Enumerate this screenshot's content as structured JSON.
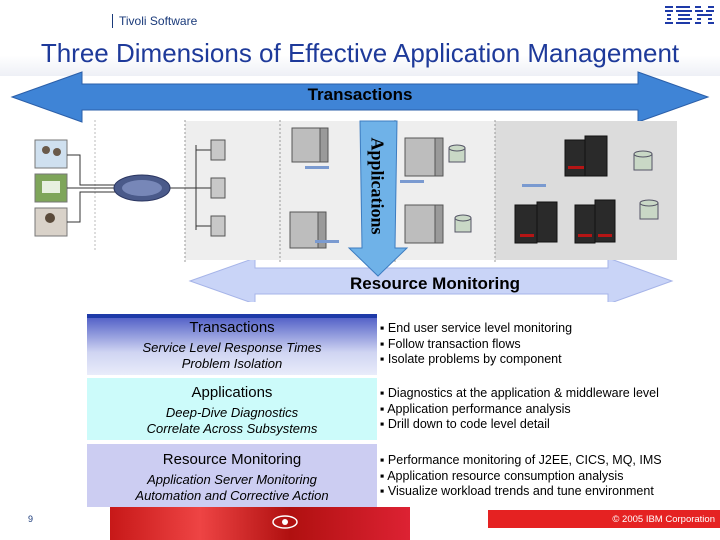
{
  "header": {
    "brand": "Tivoli Software",
    "logo": "IBM",
    "title": "Three Dimensions of Effective Application Management"
  },
  "diagram": {
    "transactions_label": "Transactions",
    "applications_label": "Applications",
    "resource_monitoring_label": "Resource Monitoring",
    "colors": {
      "arrow_fill": "#3f84d6",
      "arrow_light": "#c9d4f7",
      "applications_arrow": "#6fb2e8"
    }
  },
  "table": {
    "rows": [
      {
        "heading": "Transactions",
        "sub1": "Service Level Response Times",
        "sub2": "Problem Isolation",
        "bullets": [
          "▪ End user service level monitoring",
          "▪ Follow transaction flows",
          "▪ Isolate problems by component"
        ]
      },
      {
        "heading": "Applications",
        "sub1": "Deep-Dive Diagnostics",
        "sub2": "Correlate Across Subsystems",
        "bullets": [
          "▪ Diagnostics at the application & middleware level",
          "▪ Application performance analysis",
          "▪ Drill down to code level detail"
        ]
      },
      {
        "heading": "Resource Monitoring",
        "sub1": "Application Server Monitoring",
        "sub2": "Automation and Corrective Action",
        "bullets": [
          "▪ Performance monitoring of J2EE, CICS, MQ, IMS",
          "▪ Application resource consumption analysis",
          "▪ Visualize workload trends and tune environment"
        ]
      }
    ]
  },
  "footer": {
    "page_number": "9",
    "copyright": "© 2005 IBM Corporation"
  }
}
